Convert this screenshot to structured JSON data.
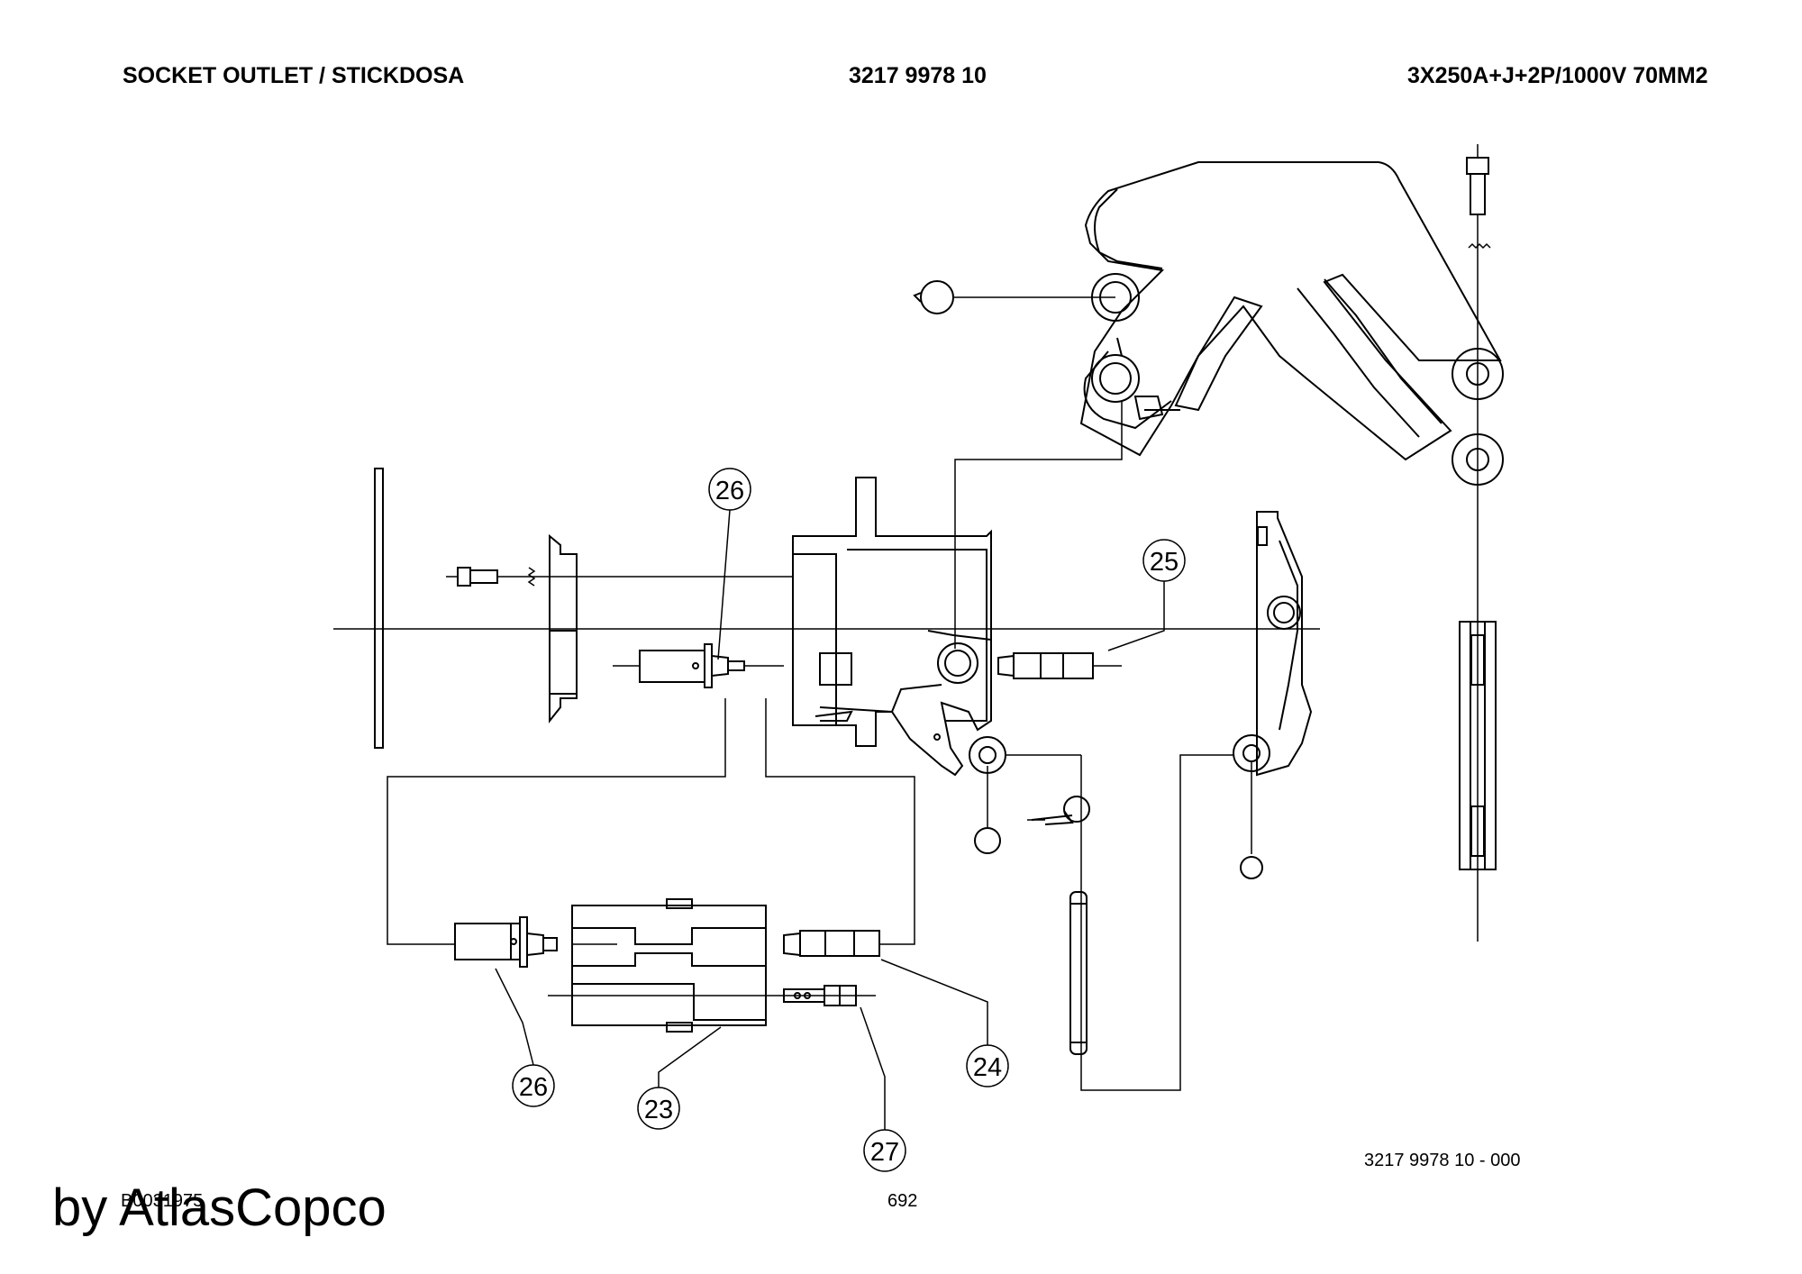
{
  "header": {
    "title": "SOCKET OUTLET / STICKDOSA",
    "part_number": "3217 9978 10",
    "rating": "3X250A+J+2P/1000V 70MM2"
  },
  "callouts": {
    "c26_top": "26",
    "c25": "25",
    "c26_bottom": "26",
    "c23": "23",
    "c24": "24",
    "c27": "27"
  },
  "footer": {
    "drawing_ref": "3217 9978 10 - 000",
    "page_number": "692",
    "doc_code": "B0031975",
    "watermark": "by AtlasCopco"
  }
}
